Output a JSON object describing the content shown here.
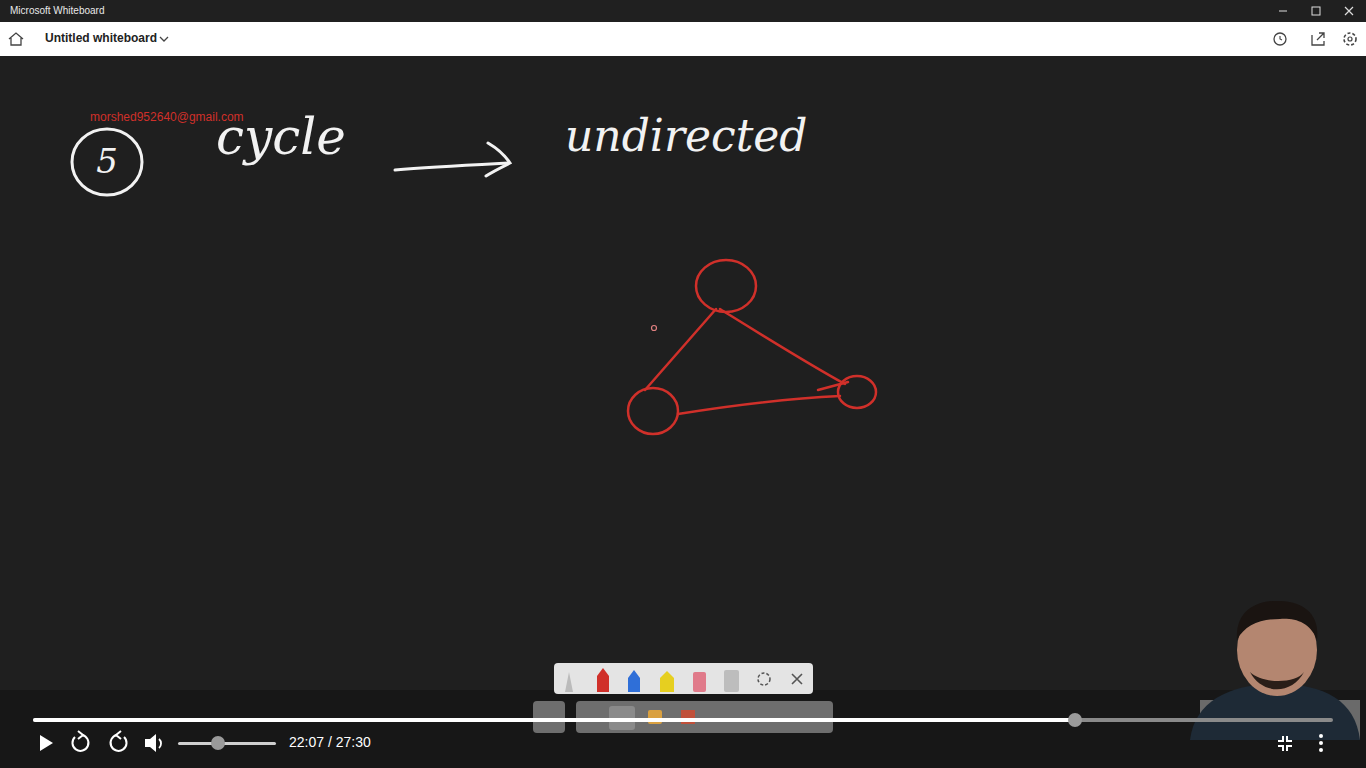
{
  "diagram": {
    "nodes": [
      {
        "text": [
          "5"
        ]
      }
    ],
    "labels": [
      "Microsoft Whiteboard",
      "Untitled whiteboard",
      "morshed952640@gmail.com",
      "cycle",
      "undirected",
      "22:07 / 27:30"
    ]
  }
}
